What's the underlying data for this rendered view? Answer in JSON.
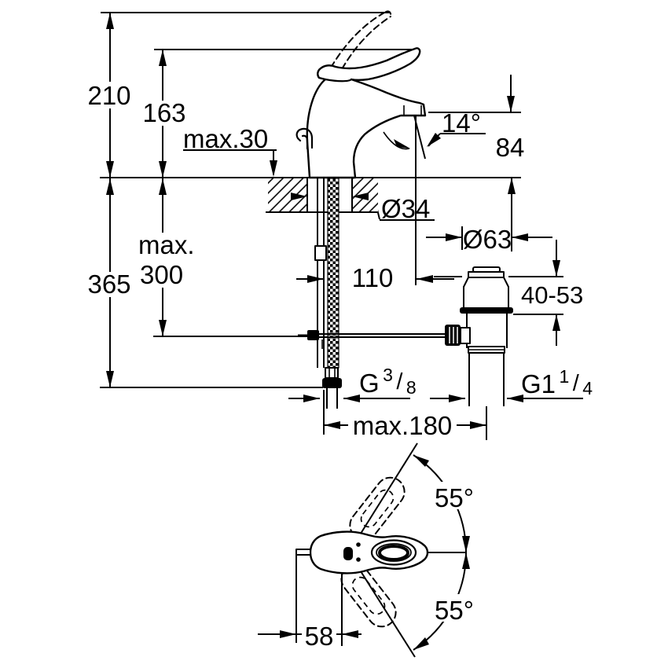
{
  "drawing": {
    "title": "faucet-installation-dimension-drawing",
    "colors": {
      "line": "#000000",
      "background": "#ffffff"
    },
    "labels": {
      "overall_height": "210",
      "handle_height": "163",
      "deck_thickness_max": "max.30",
      "spout_angle": "14°",
      "outlet_height": "84",
      "total_depth": "365",
      "below_deck_max_line1": "max.",
      "below_deck_max_line2": "300",
      "hole_diameter": "Ø34",
      "waste_cap_diameter": "Ø63",
      "spout_reach": "110",
      "waste_adjust_range": "40-53",
      "supply_thread": {
        "base": "G",
        "sup": "3",
        "slash": "/",
        "sub": "8"
      },
      "waste_thread": {
        "base": "G1",
        "sup": "1",
        "slash": "/",
        "sub": "4"
      },
      "center_distance_max": "max.180",
      "handle_swing_up": "55°",
      "handle_swing_down": "55°",
      "handle_offset": "58"
    }
  }
}
